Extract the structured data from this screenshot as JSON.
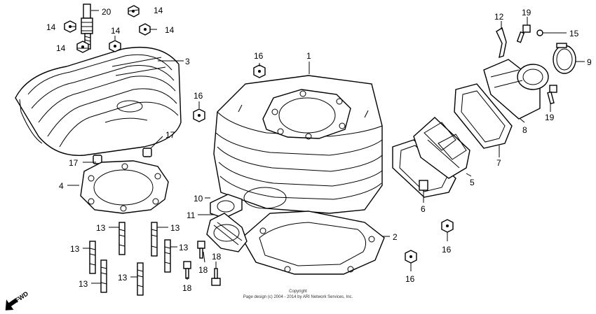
{
  "copyright": {
    "line1": "Copyright",
    "line2": "Page design (c) 2004 - 2014 by ARI Network Services, Inc."
  },
  "fwd_label": "FWD",
  "callouts": {
    "c1": "1",
    "c2": "2",
    "c3": "3",
    "c4": "4",
    "c5": "5",
    "c6": "6",
    "c7": "7",
    "c8": "8",
    "c9": "9",
    "c10": "10",
    "c11": "11",
    "c12": "12",
    "c13a": "13",
    "c13b": "13",
    "c13c": "13",
    "c13d": "13",
    "c13e": "13",
    "c13f": "13",
    "c14a": "14",
    "c14b": "14",
    "c14c": "14",
    "c14d": "14",
    "c14e": "14",
    "c15": "15",
    "c16a": "16",
    "c16b": "16",
    "c16c": "16",
    "c16d": "16",
    "c17a": "17",
    "c17b": "17",
    "c18a": "18",
    "c18b": "18",
    "c18c": "18",
    "c19a": "19",
    "c19b": "19",
    "c20": "20"
  }
}
